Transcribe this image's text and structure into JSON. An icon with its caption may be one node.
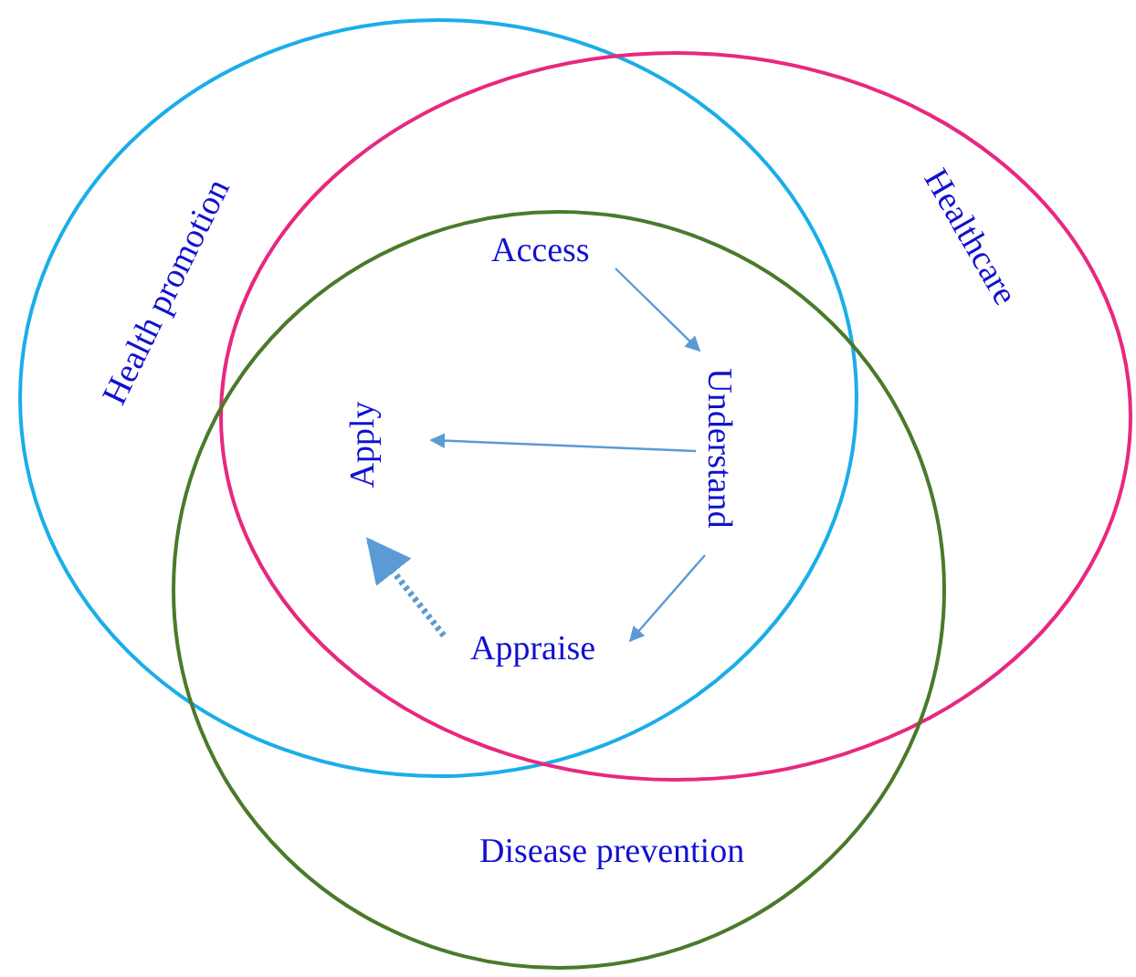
{
  "diagram": {
    "nodes": [
      {
        "text": [
          "Health promotion"
        ]
      },
      {
        "text": [
          "Healthcare"
        ]
      },
      {
        "text": [
          "Disease prevention"
        ]
      },
      {
        "text": [
          "Access"
        ]
      },
      {
        "text": [
          "Understand"
        ]
      },
      {
        "text": [
          "Apply"
        ]
      },
      {
        "text": [
          "Appraise"
        ]
      }
    ],
    "edges": [
      {
        "from": 3,
        "to": 4,
        "arrow": "to"
      },
      {
        "from": 4,
        "to": 5,
        "arrow": "to"
      },
      {
        "from": 4,
        "to": 6,
        "arrow": "to"
      },
      {
        "from": 6,
        "to": 5,
        "arrow": "to",
        "style": "dashed"
      }
    ]
  }
}
